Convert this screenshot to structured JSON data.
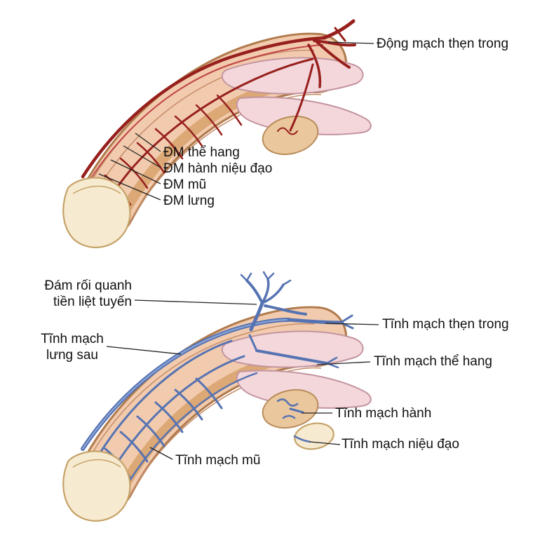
{
  "figure": {
    "arterial": {
      "internal_pudendal": "Động mạch thẹn trong",
      "cavernosal": "ĐM thể hang",
      "bulbourethral": "ĐM hành niệu đạo",
      "circumflex": "ĐM mũ",
      "dorsal": "ĐM lưng"
    },
    "venous": {
      "periprostatic": [
        "Đám rối quanh",
        "tiền liệt tuyến"
      ],
      "internal_pudendal": "Tĩnh mạch thẹn trong",
      "deep_dorsal": [
        "Tĩnh mạch",
        "lưng sau"
      ],
      "cavernosal": "Tĩnh mạch thể hang",
      "bulbar": "Tĩnh mạch hành",
      "urethral": "Tĩnh mạch niệu đạo",
      "circumflex": "Tĩnh mạch mũ"
    },
    "colors": {
      "artery": "#97201d",
      "vein": "#5673b2",
      "skin": "#f2cbae",
      "glans": "#f6ead0",
      "corpus": "#f3d7da",
      "bulb": "#ebc79e",
      "ink": "#111111"
    }
  }
}
